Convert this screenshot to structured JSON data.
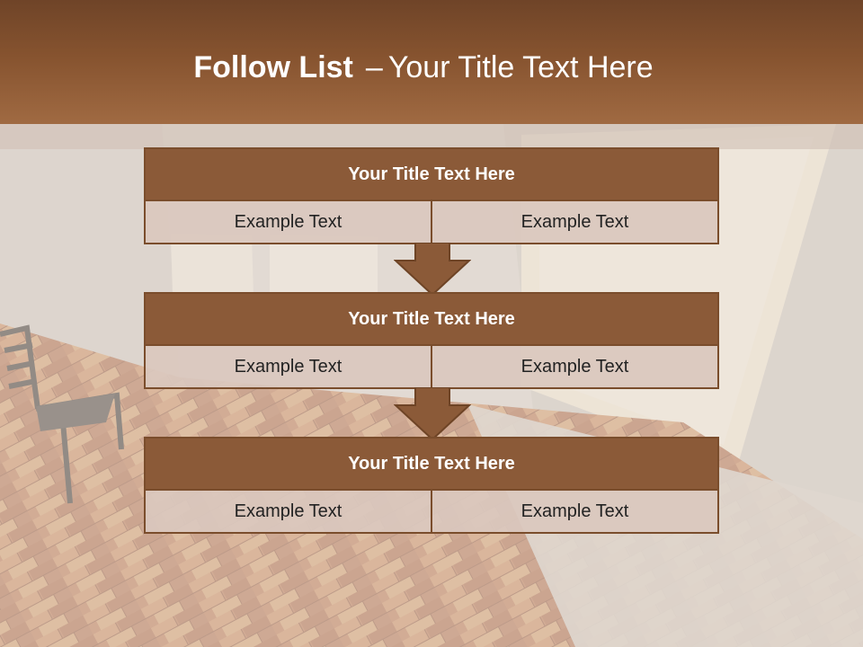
{
  "header": {
    "title_bold": "Follow List",
    "title_separator": "–",
    "title_rest": "Your Title Text Here"
  },
  "steps": [
    {
      "title": "Your Title Text Here",
      "left_text": "Example Text",
      "right_text": "Example Text"
    },
    {
      "title": "Your Title Text Here",
      "left_text": "Example Text",
      "right_text": "Example Text"
    },
    {
      "title": "Your Title Text Here",
      "left_text": "Example Text",
      "right_text": "Example Text"
    }
  ],
  "colors": {
    "header": "#8b5a38",
    "box_title": "#8b5a38",
    "box_cell": "#dac8be",
    "border": "#7a4d2c"
  }
}
